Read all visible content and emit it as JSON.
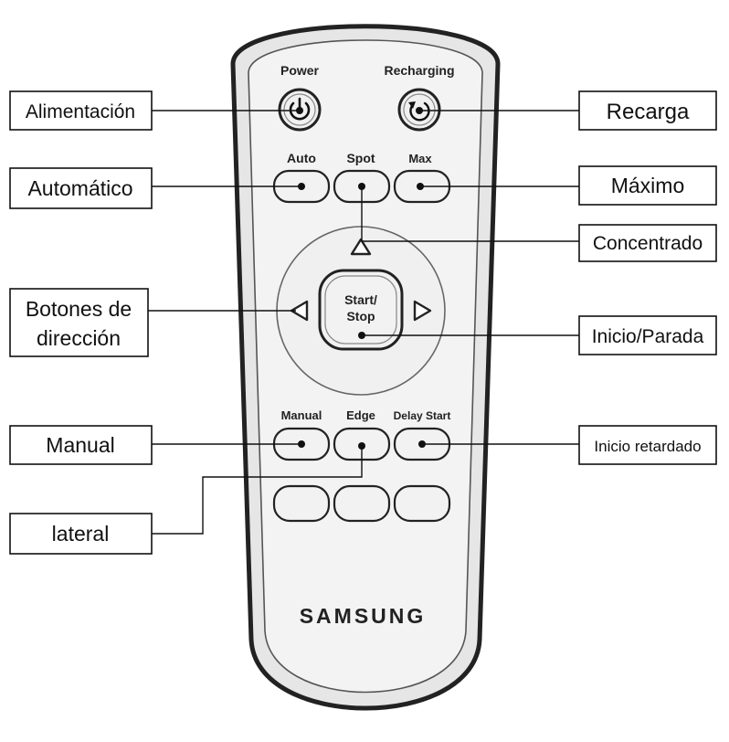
{
  "remote": {
    "brand": "SAMSUNG",
    "buttons": {
      "power": "Power",
      "recharging": "Recharging",
      "auto": "Auto",
      "spot": "Spot",
      "max": "Max",
      "start_stop_line1": "Start/",
      "start_stop_line2": "Stop",
      "manual": "Manual",
      "edge": "Edge",
      "delay_start": "Delay Start"
    }
  },
  "callouts": {
    "alimentacion": "Alimentación",
    "recarga": "Recarga",
    "automatico": "Automático",
    "maximo": "Máximo",
    "concentrado": "Concentrado",
    "botones_line1": "Botones de",
    "botones_line2": "dirección",
    "inicio_parada": "Inicio/Parada",
    "manual": "Manual",
    "inicio_retardado": "Inicio retardado",
    "lateral": "lateral"
  },
  "colors": {
    "outline": "#222222",
    "body_fill": "#e9e9e9",
    "inner_fill": "#f4f4f4",
    "button_fill": "#f2f2f2"
  },
  "icons": {
    "power": "power-icon",
    "recharging": "recharge-icon",
    "up": "arrow-up-icon",
    "left": "arrow-left-icon",
    "right": "arrow-right-icon"
  }
}
